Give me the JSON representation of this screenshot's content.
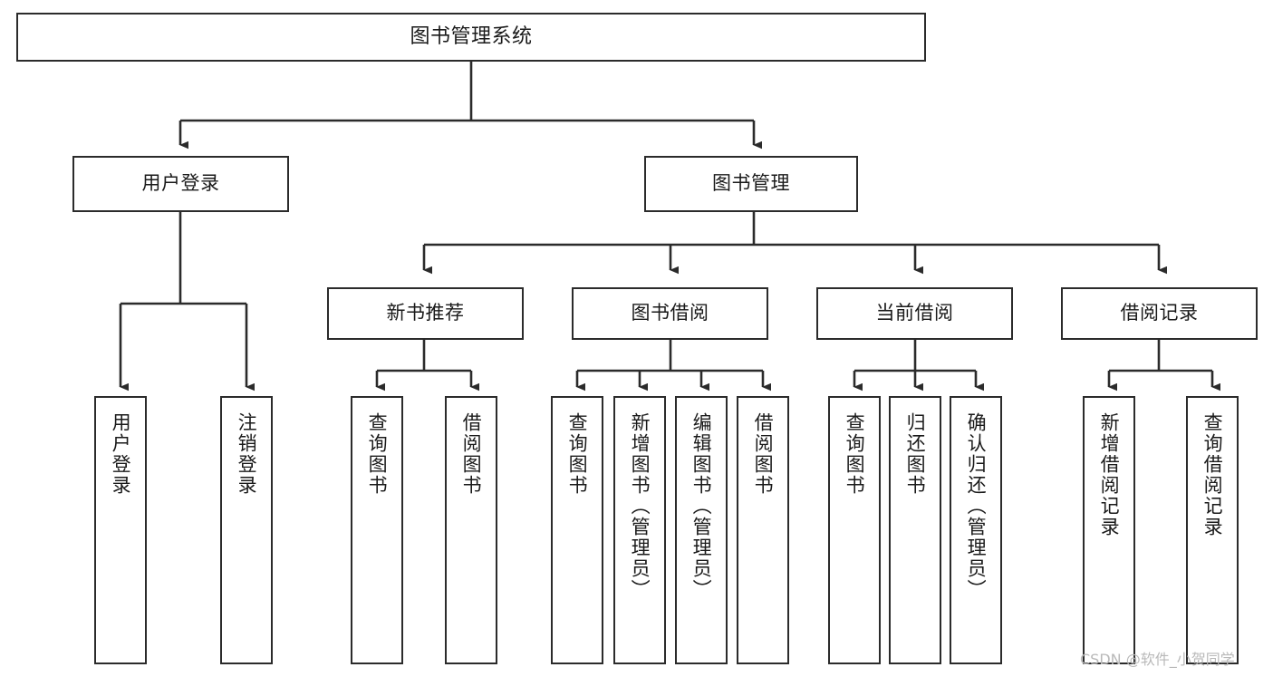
{
  "diagram": {
    "title": "图书管理系统",
    "type": "function-structure-tree",
    "watermark": "CSDN @软件_小贺同学",
    "colors": {
      "box_border": "#2b2b2b",
      "box_fill": "#ffffff",
      "edge": "#2b2b2b",
      "text": "#1a1a1a",
      "watermark": "#b9b9b9",
      "background": "#ffffff"
    }
  },
  "nodes": {
    "root": {
      "label": "图书管理系统",
      "level": 1
    },
    "level2": [
      {
        "id": "user-login",
        "label": "用户登录"
      },
      {
        "id": "book-manage",
        "label": "图书管理"
      }
    ],
    "level3": [
      {
        "id": "new-book-recommend",
        "label": "新书推荐"
      },
      {
        "id": "book-borrow",
        "label": "图书借阅"
      },
      {
        "id": "current-borrow",
        "label": "当前借阅"
      },
      {
        "id": "borrow-record",
        "label": "借阅记录"
      }
    ],
    "leaves": {
      "user_login": [
        {
          "id": "leaf-user-login",
          "label": "用户登录"
        },
        {
          "id": "leaf-logout-login",
          "label": "注销登录"
        }
      ],
      "new_book_recommend": [
        {
          "id": "leaf-query-book-1",
          "label": "查询图书"
        },
        {
          "id": "leaf-borrow-book-1",
          "label": "借阅图书"
        }
      ],
      "book_borrow": [
        {
          "id": "leaf-query-book-2",
          "label": "查询图书"
        },
        {
          "id": "leaf-add-book",
          "label": "新增图书（管理员）"
        },
        {
          "id": "leaf-edit-book",
          "label": "编辑图书（管理员）"
        },
        {
          "id": "leaf-borrow-book-2",
          "label": "借阅图书"
        }
      ],
      "current_borrow": [
        {
          "id": "leaf-query-book-3",
          "label": "查询图书"
        },
        {
          "id": "leaf-return-book",
          "label": "归还图书"
        },
        {
          "id": "leaf-confirm-return",
          "label": "确认归还（管理员）"
        }
      ],
      "borrow_record": [
        {
          "id": "leaf-add-record",
          "label": "新增借阅记录"
        },
        {
          "id": "leaf-query-record",
          "label": "查询借阅记录"
        }
      ]
    }
  }
}
